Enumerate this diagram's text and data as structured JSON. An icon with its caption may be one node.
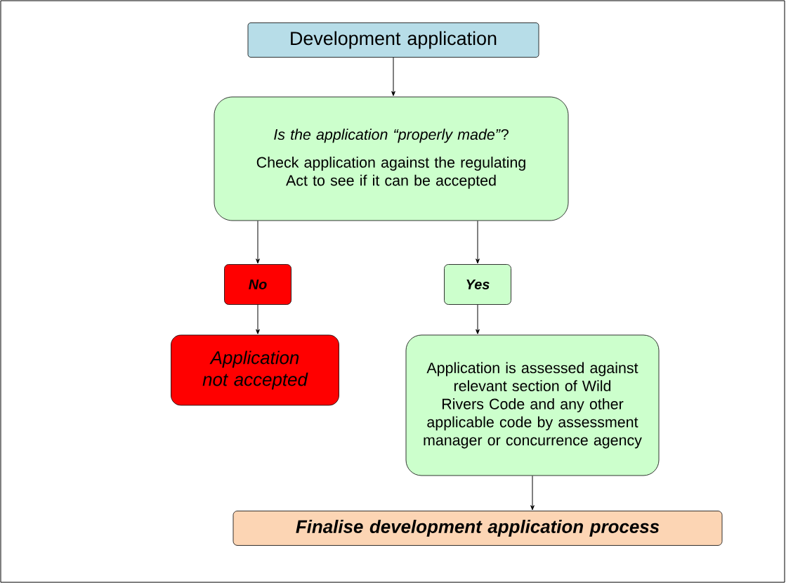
{
  "diagram": {
    "nodes": [
      {
        "text": [
          "Development application"
        ]
      },
      {
        "text": [
          "*Is the application “properly made”*?",
          "Check application against the regulating Act to see if it can be accepted"
        ]
      },
      {
        "text": [
          "No"
        ]
      },
      {
        "text": [
          "Yes"
        ]
      },
      {
        "text": [
          "Application not accepted"
        ]
      },
      {
        "text": [
          "Application is assessed against relevant section of Wild Rivers Code and any other applicable code by assessment manager or concurrence agency"
        ]
      },
      {
        "text": [
          "Finalise development application process"
        ]
      }
    ],
    "edges": [
      {
        "from": 0,
        "to": 1,
        "arrow": "to"
      },
      {
        "from": 1,
        "to": 2,
        "arrow": "to"
      },
      {
        "from": 1,
        "to": 3,
        "arrow": "to"
      },
      {
        "from": 2,
        "to": 4,
        "arrow": "to"
      },
      {
        "from": 3,
        "to": 5,
        "arrow": "to"
      },
      {
        "from": 5,
        "to": 6,
        "arrow": "to"
      }
    ]
  }
}
